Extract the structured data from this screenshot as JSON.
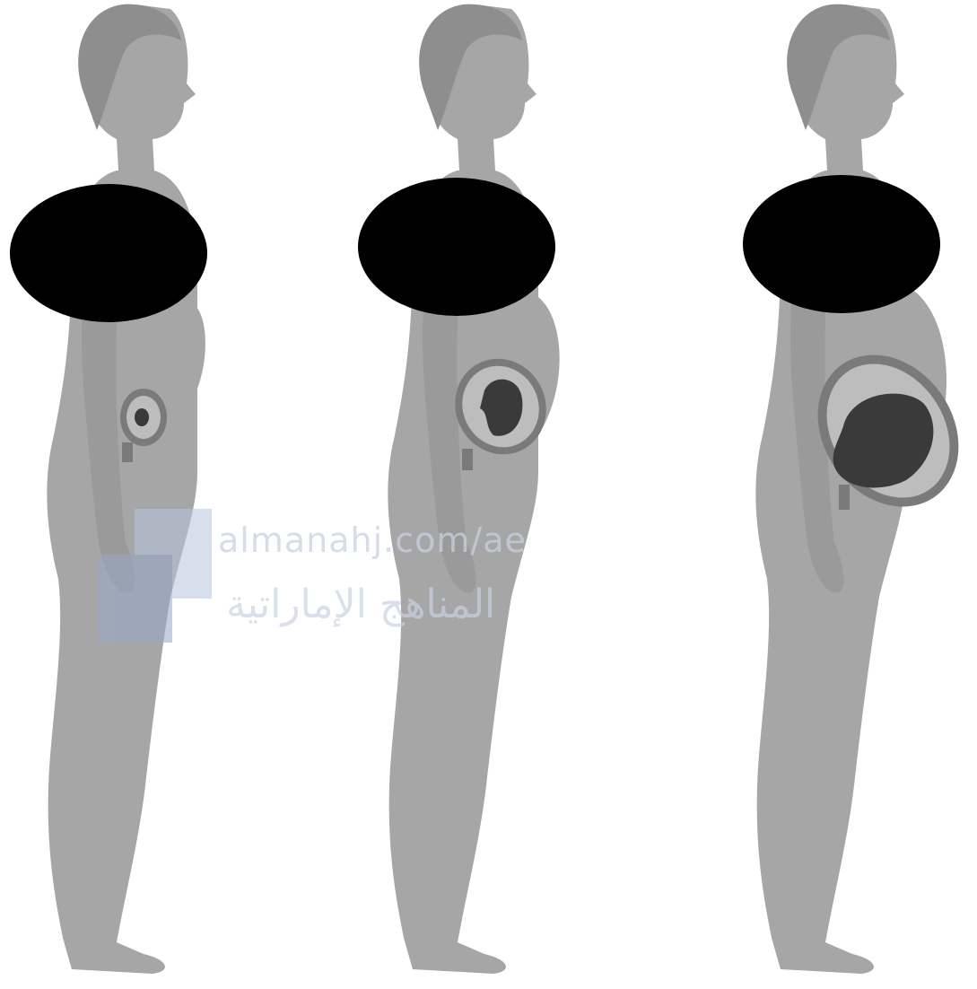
{
  "image": {
    "kind": "illustration",
    "figures": [
      {
        "label": "",
        "stage": "early-pregnancy"
      },
      {
        "label": "",
        "stage": "mid-pregnancy"
      },
      {
        "label": "",
        "stage": "late-pregnancy"
      }
    ],
    "colors": {
      "body": "#a6a6a6",
      "hair": "#8e8e8e",
      "uterus_wall": "#7a7a7a",
      "amniotic": "#bdbdbd",
      "fetus": "#3a3a3a",
      "censor": "#000000",
      "watermark": "#c9d2e3"
    }
  },
  "watermark": {
    "url_text": "almanahj.com/ae",
    "arabic_text": "المناهج الإماراتية"
  }
}
